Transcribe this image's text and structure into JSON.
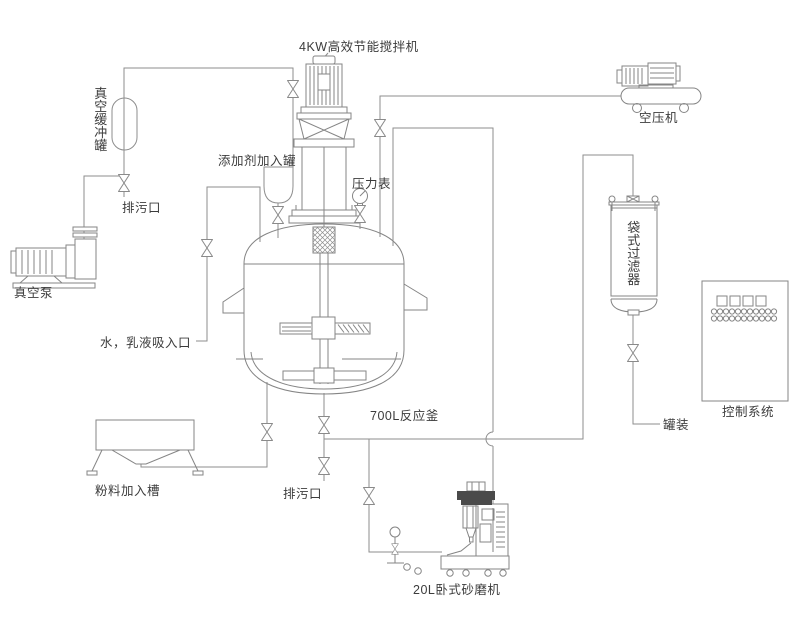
{
  "diagram": {
    "type": "process-flow-diagram",
    "product": "700L reactor emulsion production line"
  },
  "equipment": {
    "agitator": {
      "label": "4KW高效节能搅拌机"
    },
    "vacuum_buffer_tank": {
      "label": "真空缓冲罐"
    },
    "buffer_drain": {
      "label": "排污口"
    },
    "vacuum_pump": {
      "label": "真空泵"
    },
    "additive_tank": {
      "label": "添加剂加入罐"
    },
    "pressure_gauge": {
      "label": "压力表"
    },
    "water_inlet": {
      "label": "水，乳液吸入口"
    },
    "reactor": {
      "label": "700L反应釜"
    },
    "powder_hopper": {
      "label": "粉料加入槽"
    },
    "reactor_drain": {
      "label": "排污口"
    },
    "sand_mill": {
      "label": "20L卧式砂磨机"
    },
    "air_compressor": {
      "label": "空压机"
    },
    "bag_filter": {
      "label": "袋式过滤器"
    },
    "filling": {
      "label": "罐装"
    },
    "control_system": {
      "label": "控制系统"
    }
  },
  "icons": {
    "valve": "bowtie-gate-valve",
    "pressure_gauge": "circular-dial-gauge",
    "line_crossover": "semicircle-jump"
  },
  "colors": {
    "line": "#8e8e8e",
    "equipment_line": "#858585",
    "text": "#3c3c3c",
    "dark_fill": "#4a4a4a",
    "background": "#ffffff"
  }
}
